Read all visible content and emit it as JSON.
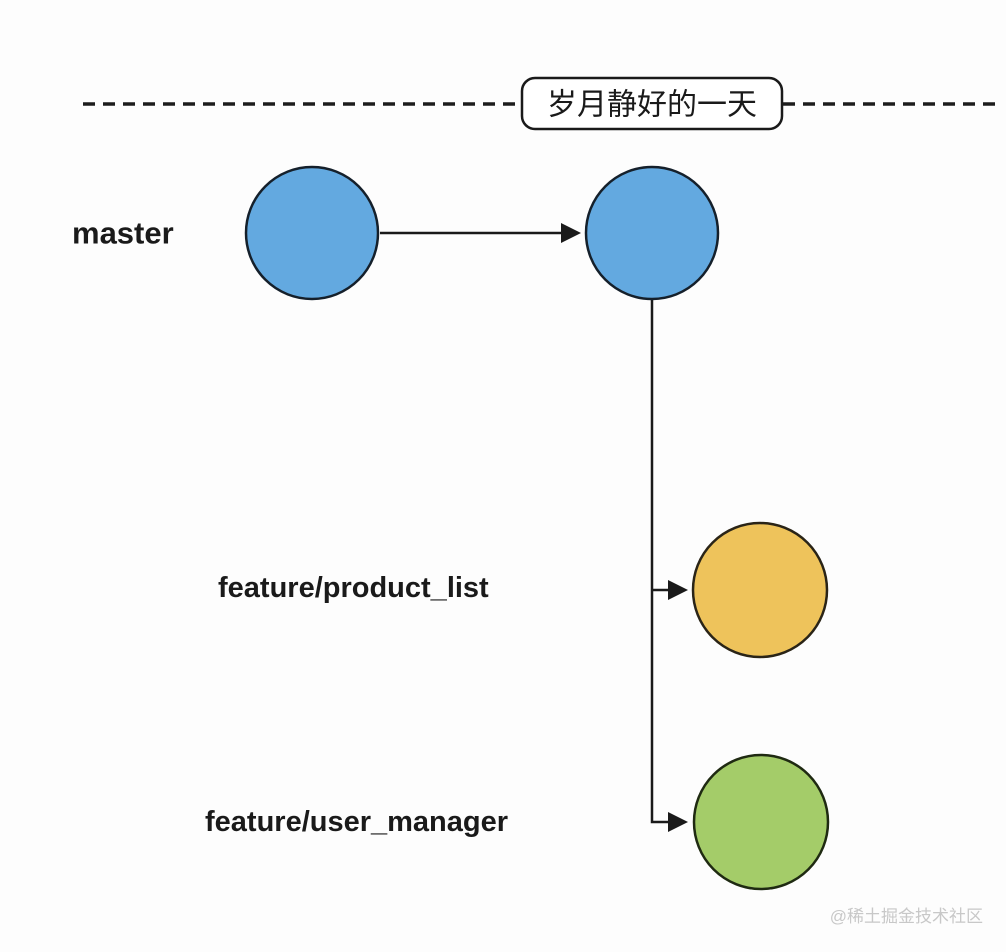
{
  "title": {
    "label": "岁月静好的一天"
  },
  "branches": [
    {
      "label": "master",
      "color": "#63a9e0"
    },
    {
      "label": "feature/product_list",
      "color": "#eec35b"
    },
    {
      "label": "feature/user_manager",
      "color": "#a4cc69"
    }
  ],
  "watermark": {
    "label": "@稀土掘金技术社区",
    "color": "#c8c8c8"
  },
  "line_color": "#1a1a1a"
}
